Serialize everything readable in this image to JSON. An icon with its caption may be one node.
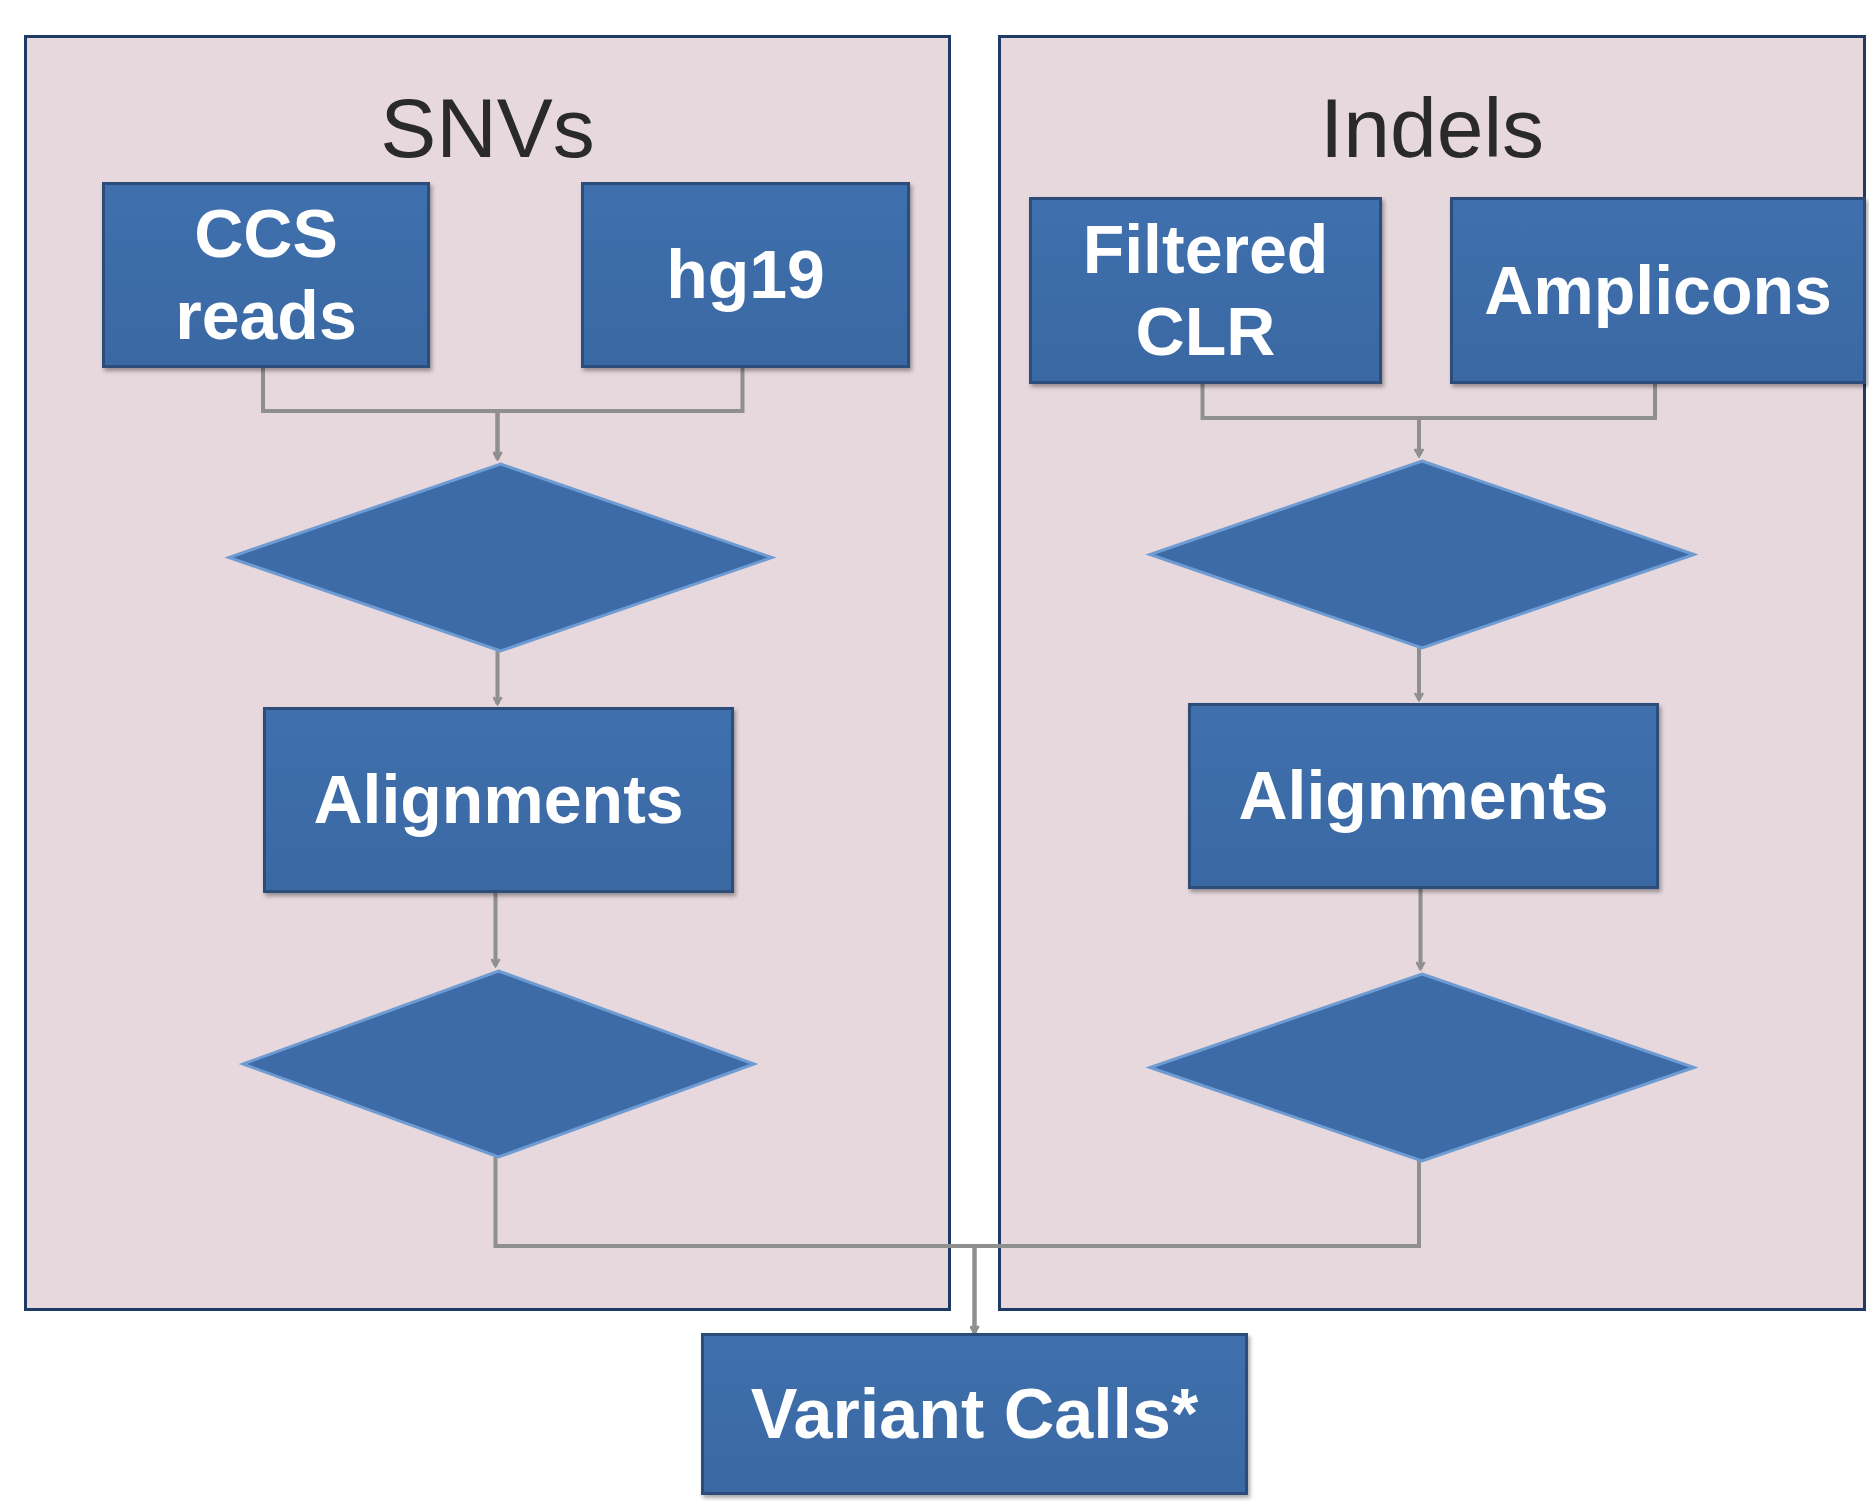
{
  "diagram": {
    "nodes": [
      {
        "text": [
          "SNVs"
        ]
      },
      {
        "text": [
          "CCS reads"
        ],
        "in": 0
      },
      {
        "text": [
          "hg19"
        ],
        "in": 0
      },
      {
        "text": [],
        "shape": "diamond",
        "in": 0
      },
      {
        "text": [
          "Alignments"
        ],
        "in": 0
      },
      {
        "text": [],
        "shape": "diamond",
        "in": 0
      },
      {
        "text": [
          "Indels"
        ]
      },
      {
        "text": [
          "Filtered CLR"
        ],
        "in": 6
      },
      {
        "text": [
          "Amplicons"
        ],
        "in": 6
      },
      {
        "text": [],
        "shape": "diamond",
        "in": 6
      },
      {
        "text": [
          "Alignments"
        ],
        "in": 6
      },
      {
        "text": [],
        "shape": "diamond",
        "in": 6
      },
      {
        "text": [
          "Variant Calls*"
        ]
      }
    ],
    "edges": [
      {
        "from": 1,
        "to": 3,
        "arrow": "to"
      },
      {
        "from": 2,
        "to": 3,
        "arrow": "to"
      },
      {
        "from": 3,
        "to": 4,
        "arrow": "to"
      },
      {
        "from": 4,
        "to": 5,
        "arrow": "to"
      },
      {
        "from": 7,
        "to": 9,
        "arrow": "to"
      },
      {
        "from": 8,
        "to": 9,
        "arrow": "to"
      },
      {
        "from": 9,
        "to": 10,
        "arrow": "to"
      },
      {
        "from": 10,
        "to": 11,
        "arrow": "to"
      },
      {
        "from": 5,
        "to": 12,
        "arrow": "to"
      },
      {
        "from": 11,
        "to": 12,
        "arrow": "to"
      }
    ]
  }
}
